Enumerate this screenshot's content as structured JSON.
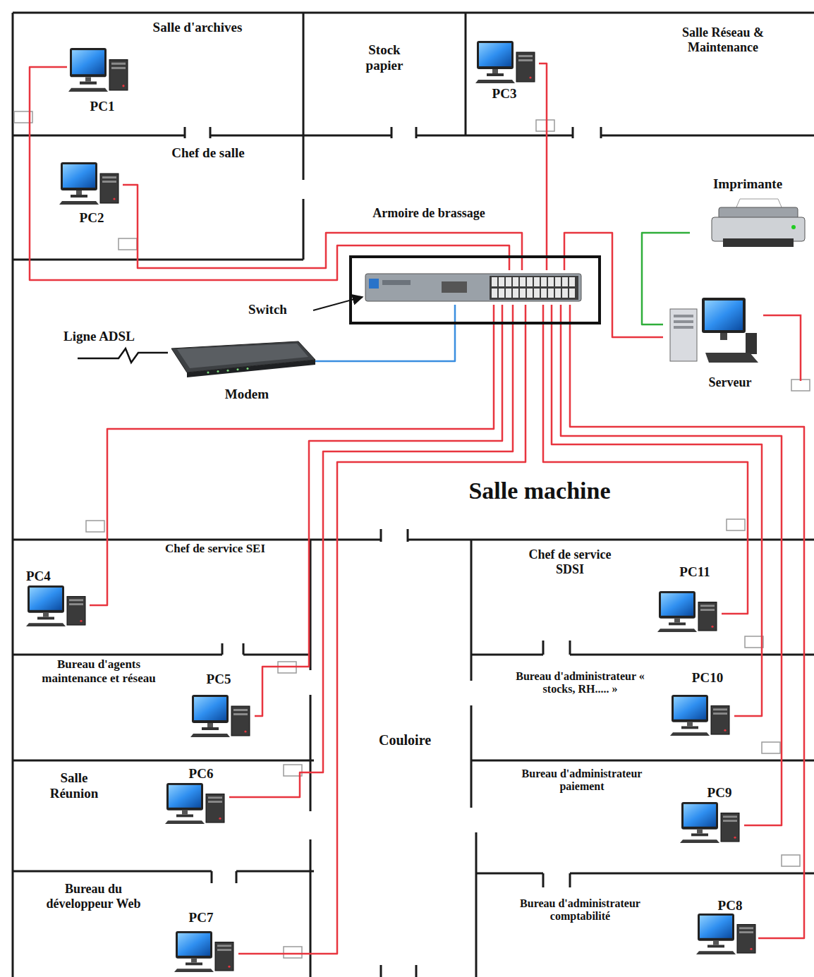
{
  "diagram": {
    "nodes": [
      {
        "text": [
          "Salle d'archives"
        ]
      },
      {
        "text": [
          "PC1"
        ],
        "in": 0
      },
      {
        "text": [
          "Stock papier"
        ]
      },
      {
        "text": [
          "Salle Réseau & Maintenance"
        ]
      },
      {
        "text": [
          "PC3"
        ],
        "in": 3
      },
      {
        "text": [
          "Chef de salle"
        ]
      },
      {
        "text": [
          "PC2"
        ],
        "in": 5
      },
      {
        "text": [
          "Salle machine"
        ]
      },
      {
        "text": [
          "Imprimante"
        ],
        "in": 7
      },
      {
        "text": [
          "Armoire de brassage"
        ],
        "in": 7
      },
      {
        "text": [
          "Switch"
        ],
        "in": 9
      },
      {
        "text": [
          "Modem"
        ],
        "in": 7
      },
      {
        "text": [
          "Serveur"
        ],
        "in": 7
      },
      {
        "text": [
          "Chef de service SEI"
        ]
      },
      {
        "text": [
          "PC4"
        ],
        "in": 13
      },
      {
        "text": [
          "Chef de service SDSI"
        ]
      },
      {
        "text": [
          "PC11"
        ],
        "in": 15
      },
      {
        "text": [
          "Bureau d'agents maintenance et réseau"
        ]
      },
      {
        "text": [
          "PC5"
        ],
        "in": 17
      },
      {
        "text": [
          "Bureau d'administrateur « stocks, RH..... »"
        ]
      },
      {
        "text": [
          "PC10"
        ],
        "in": 19
      },
      {
        "text": [
          "Couloire"
        ]
      },
      {
        "text": [
          "Salle Réunion"
        ]
      },
      {
        "text": [
          "PC6"
        ],
        "in": 22
      },
      {
        "text": [
          "Bureau d'administrateur paiement"
        ]
      },
      {
        "text": [
          "PC9"
        ],
        "in": 24
      },
      {
        "text": [
          "Bureau du développeur Web"
        ]
      },
      {
        "text": [
          "PC7"
        ],
        "in": 26
      },
      {
        "text": [
          "Bureau d'administrateur comptabilité"
        ]
      },
      {
        "text": [
          "PC8"
        ],
        "in": 28
      }
    ],
    "edges": [
      {
        "from": 1,
        "to": 10,
        "arrow": "none"
      },
      {
        "from": 6,
        "to": 10,
        "arrow": "none"
      },
      {
        "from": 4,
        "to": 10,
        "arrow": "none"
      },
      {
        "from": 14,
        "to": 10,
        "arrow": "none"
      },
      {
        "from": 18,
        "to": 10,
        "arrow": "none"
      },
      {
        "from": 23,
        "to": 10,
        "arrow": "none"
      },
      {
        "from": 27,
        "to": 10,
        "arrow": "none"
      },
      {
        "from": 29,
        "to": 10,
        "arrow": "none"
      },
      {
        "from": 25,
        "to": 10,
        "arrow": "none"
      },
      {
        "from": 20,
        "to": 10,
        "arrow": "none"
      },
      {
        "from": 16,
        "to": 10,
        "arrow": "none"
      },
      {
        "from": 11,
        "to": 10,
        "arrow": "none"
      },
      {
        "from": 10,
        "to": 12,
        "arrow": "none"
      },
      {
        "from": 8,
        "to": 12,
        "arrow": "none"
      }
    ],
    "labels": [
      "Ligne ADSL"
    ]
  }
}
